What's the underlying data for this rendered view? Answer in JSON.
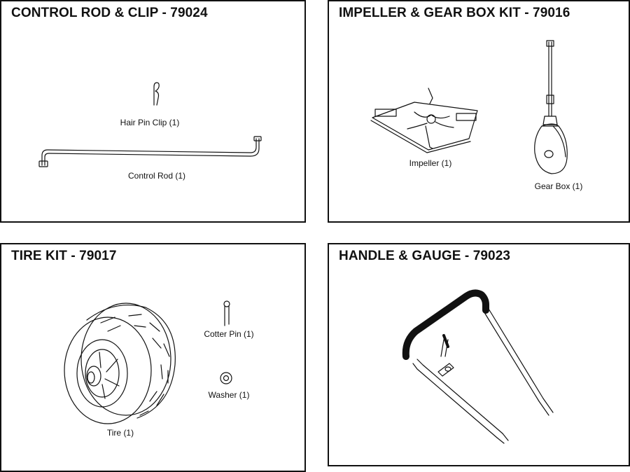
{
  "panels": {
    "control_rod": {
      "title": "CONTROL ROD & CLIP - 79024",
      "hair_pin_label": "Hair Pin Clip    (1)",
      "rod_label": "Control Rod (1)"
    },
    "impeller": {
      "title": "IMPELLER & GEAR BOX KIT - 79016",
      "impeller_label": "Impeller (1)",
      "gearbox_label": "Gear Box (1)"
    },
    "tire": {
      "title": "TIRE KIT - 79017",
      "tire_label": "Tire (1)",
      "cotter_label": "Cotter Pin (1)",
      "washer_label": "Washer (1)"
    },
    "handle": {
      "title": "HANDLE & GAUGE - 79023"
    }
  },
  "icons": [
    "hair-pin-clip-icon",
    "control-rod-icon",
    "impeller-icon",
    "gear-box-icon",
    "tire-icon",
    "cotter-pin-icon",
    "washer-icon",
    "handle-gauge-icon"
  ]
}
